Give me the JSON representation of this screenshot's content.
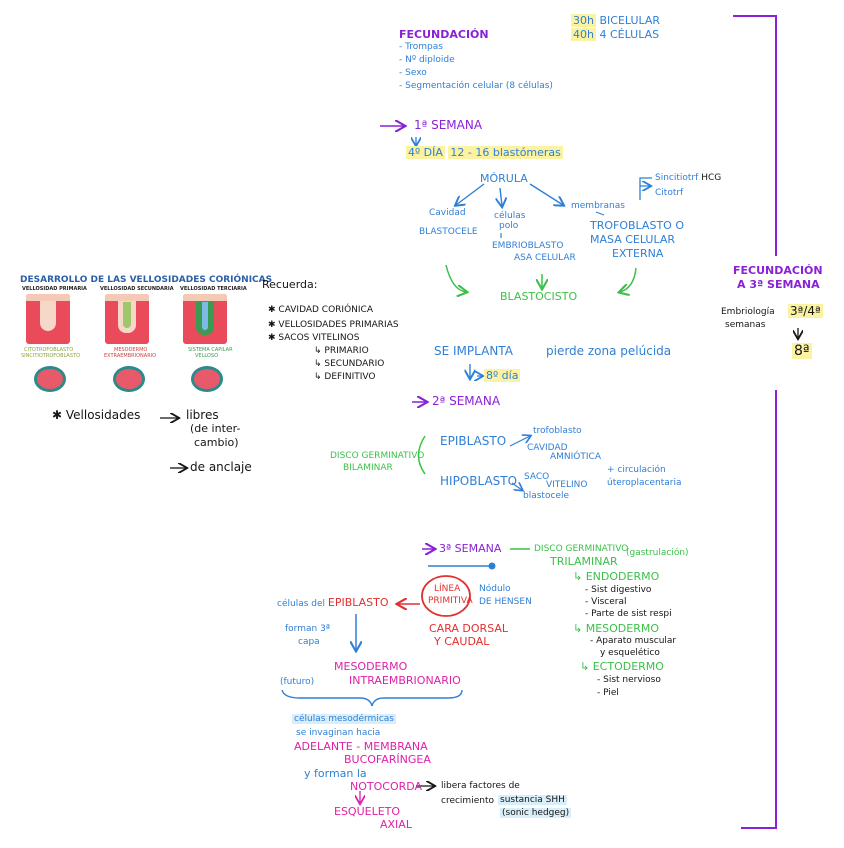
{
  "colors": {
    "blue": "#2f7fd6",
    "purple": "#8a21d6",
    "green": "#3cc04a",
    "red": "#e23030",
    "magenta": "#e020a8",
    "highlight": "#fbf2a2",
    "highlight_blue": "#d9eefb"
  },
  "header": {
    "title": "FECUNDACIÓN",
    "items": [
      "- Trompas",
      "- Nº diploide",
      "- Sexo",
      "- Segmentación celular (8 células)"
    ],
    "time1": "30h",
    "time1_desc": "BICELULAR",
    "time2": "40h",
    "time2_desc": "4 CÉLULAS"
  },
  "week1": {
    "title": "1ª SEMANA",
    "day": "4º DÍA",
    "blastomeres": "12 - 16 blastómeras",
    "morula": "MÓRULA",
    "cavity1": "Cavidad",
    "cavity2": "BLASTOCELE",
    "polar1": "células",
    "polar2": "polo",
    "embryo1": "EMBRIOBLASTO",
    "embryo2": "ASA CELULAR",
    "membranes": "membranas",
    "tropho1": "TROFOBLASTO O",
    "tropho2": "MASA CELULAR",
    "tropho3": "EXTERNA",
    "sincitio": "Sincitiotrf",
    "hcg": "HCG",
    "citotrf": "Citotrf",
    "blastocyst": "BLASTOCISTO",
    "implant": "SE IMPLANTA",
    "zona": "pierde zona pelúcida",
    "day8": "8º día"
  },
  "side": {
    "title1": "FECUNDACIÓN",
    "title2": "A 3ª SEMANA",
    "embr1": "Embriología",
    "embr2": "semanas",
    "range": "3ª/4ª",
    "eighth": "8ª"
  },
  "villi": {
    "title": "DESARROLLO DE LAS VELLOSIDADES CORIÓNICAS",
    "labels": [
      "VELLOSIDAD PRIMARIA",
      "VELLOSIDAD SECUNDARIA",
      "VELLOSIDAD TERCIARIA"
    ],
    "caption1a": "CITOTROFOBLASTO",
    "caption1b": "SINCITIOTROFOBLASTO",
    "caption2a": "MESODERMO",
    "caption2b": "EXTRAEMBRIONARIO",
    "caption3a": "SISTEMA CAPILAR",
    "caption3b": "VELLOSO"
  },
  "remember": {
    "title": "Recuerda:",
    "items": [
      "CAVIDAD CORIÓNICA",
      "VELLOSIDADES PRIMARIAS",
      "SACOS VITELINOS"
    ],
    "sub": [
      "↳ PRIMARIO",
      "↳ SECUNDARIO",
      "↳ DEFINITIVO"
    ]
  },
  "vellos": {
    "title": "Vellosidades",
    "libres1": "libres",
    "libres2": "(de inter-",
    "libres3": "cambio)",
    "anclaje": "de anclaje"
  },
  "week2": {
    "title": "2ª SEMANA",
    "disc1": "DISCO GERMINATIVO",
    "disc2": "BILAMINAR",
    "epi": "EPIBLASTO",
    "troph": "trofoblasto",
    "amn1": "CAVIDAD",
    "amn2": "AMNIÓTICA",
    "hypo": "HIPOBLASTO",
    "saco1": "SACO",
    "saco2": "VITELINO",
    "blastocele": "blastocele",
    "circ1": "+ circulación",
    "circ2": "úteroplacentaria"
  },
  "week3": {
    "title": "3ª SEMANA",
    "disc1": "DISCO GERMINATIVO",
    "gastr": "(gastrulación)",
    "disc2": "TRILAMINAR",
    "endo": "↳ ENDODERMO",
    "endo_items": [
      "- Sist digestivo",
      "- Visceral",
      "- Parte de sist respi"
    ],
    "meso": "↳ MESODERMO",
    "meso_items": [
      "- Aparato muscular",
      "y esquelético"
    ],
    "ecto": "↳ ECTODERMO",
    "ecto_items": [
      "- Sist nervioso",
      "- Piel"
    ],
    "linea1": "LÍNEA",
    "linea2": "PRIMITIVA",
    "nodo1": "Nódulo",
    "nodo2": "DE HENSEN",
    "epi_cells": "células del",
    "epi_word": "EPIBLASTO",
    "cara1": "CARA DORSAL",
    "cara2": "Y CAUDAL",
    "forman1": "forman 3ª",
    "forman2": "capa",
    "meso1": "MESODERMO",
    "meso2": "INTRAEMBRIONARIO",
    "futuro": "(futuro)",
    "cel1": "células mesodérmicas",
    "cel2": "se invaginan hacia",
    "adel": "ADELANTE - MEMBRANA",
    "buco": "BUCOFARÍNGEA",
    "yforman": "y forman la",
    "noto": "NOTOCORDA",
    "libera1": "libera factores de",
    "libera2": "crecimiento",
    "sust": "sustancia SHH",
    "sonic": "(sonic hedgeg)",
    "esq1": "ESQUELETO",
    "esq2": "AXIAL"
  }
}
